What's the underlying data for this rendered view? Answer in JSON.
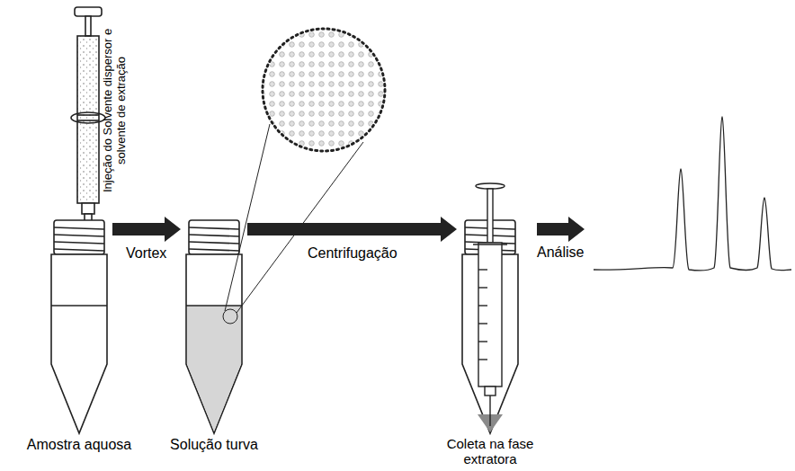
{
  "diagram": {
    "nodes": [
      {
        "text": [
          "Amostra aquosa"
        ]
      },
      {
        "text": [
          "Solução turva"
        ]
      },
      {
        "text": [
          "Coleta na fase extratora"
        ]
      }
    ],
    "edges": [
      {
        "from": 0,
        "to": 1,
        "label": "Vortex",
        "arrow": "to"
      },
      {
        "from": 1,
        "to": 2,
        "label": "Centrifugação",
        "arrow": "to"
      }
    ],
    "labels": [
      "Injeção do Solvente dispersor e solvente de extração",
      "Análise"
    ]
  }
}
